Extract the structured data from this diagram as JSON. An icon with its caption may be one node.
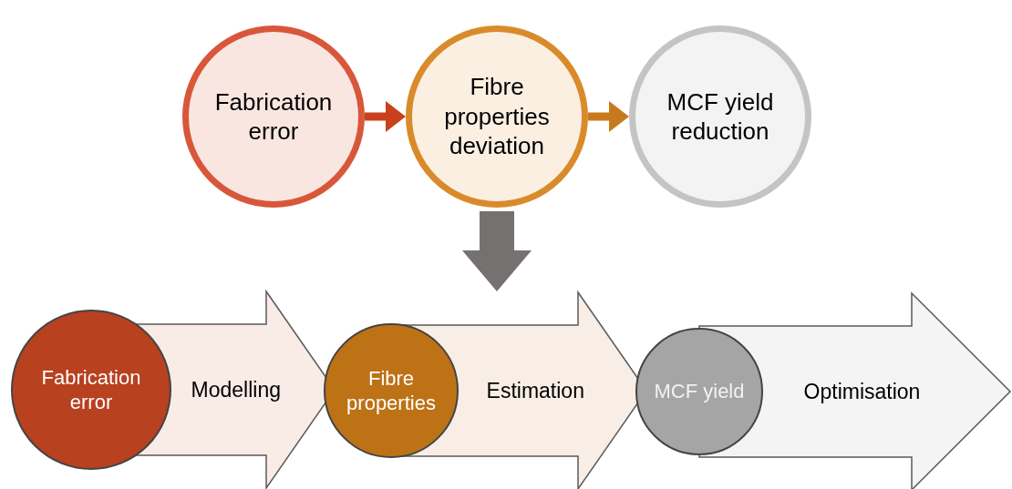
{
  "diagram": {
    "nodes": [
      {
        "text": [
          "Fabrication error"
        ]
      },
      {
        "text": [
          "Fibre properties deviation"
        ]
      },
      {
        "text": [
          "MCF yield reduction"
        ]
      },
      {
        "text": [
          "Fabrication error"
        ]
      },
      {
        "text": [
          "Fibre properties"
        ]
      },
      {
        "text": [
          "MCF yield"
        ]
      }
    ],
    "edges": [
      {
        "from": 0,
        "to": 1,
        "arrow": "to",
        "color": "#c9401c"
      },
      {
        "from": 1,
        "to": 2,
        "arrow": "to",
        "color": "#c77a1d"
      },
      {
        "from": 1,
        "to": null,
        "arrow": "to",
        "style": "thick",
        "color": "#767171"
      },
      {
        "from": 3,
        "to": 4,
        "arrow": "to",
        "label": "Modelling",
        "style": "thick",
        "color": "#f9ebe6"
      },
      {
        "from": 4,
        "to": 5,
        "arrow": "to",
        "label": "Estimation",
        "style": "thick",
        "color": "#f8eee5"
      },
      {
        "from": 5,
        "to": null,
        "arrow": "to",
        "label": "Optimisation",
        "style": "thick",
        "color": "#f4f4f4"
      }
    ]
  }
}
